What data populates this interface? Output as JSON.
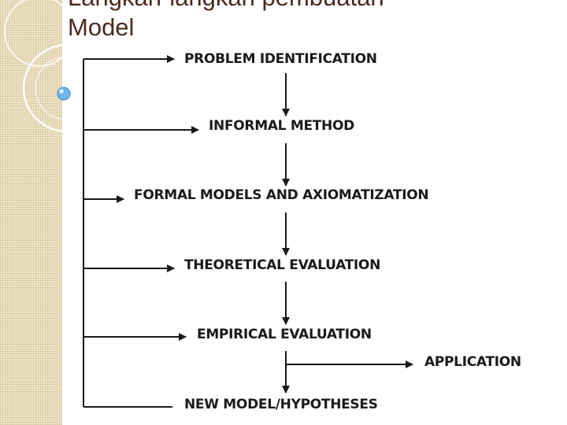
{
  "slide": {
    "title_line1": "Langkah-langkah pembuatan",
    "title_line2": "Model"
  },
  "flow": {
    "steps": [
      "PROBLEM IDENTIFICATION",
      "INFORMAL METHOD",
      "FORMAL MODELS AND AXIOMATIZATION",
      "THEORETICAL EVALUATION",
      "EMPIRICAL EVALUATION",
      "NEW MODEL/HYPOTHESES"
    ],
    "branch": "APPLICATION"
  },
  "colors": {
    "title": "#4a2a1e",
    "line": "#1a1a1a",
    "strip": "#efe4c6",
    "bullet": "#6fb6e8"
  }
}
